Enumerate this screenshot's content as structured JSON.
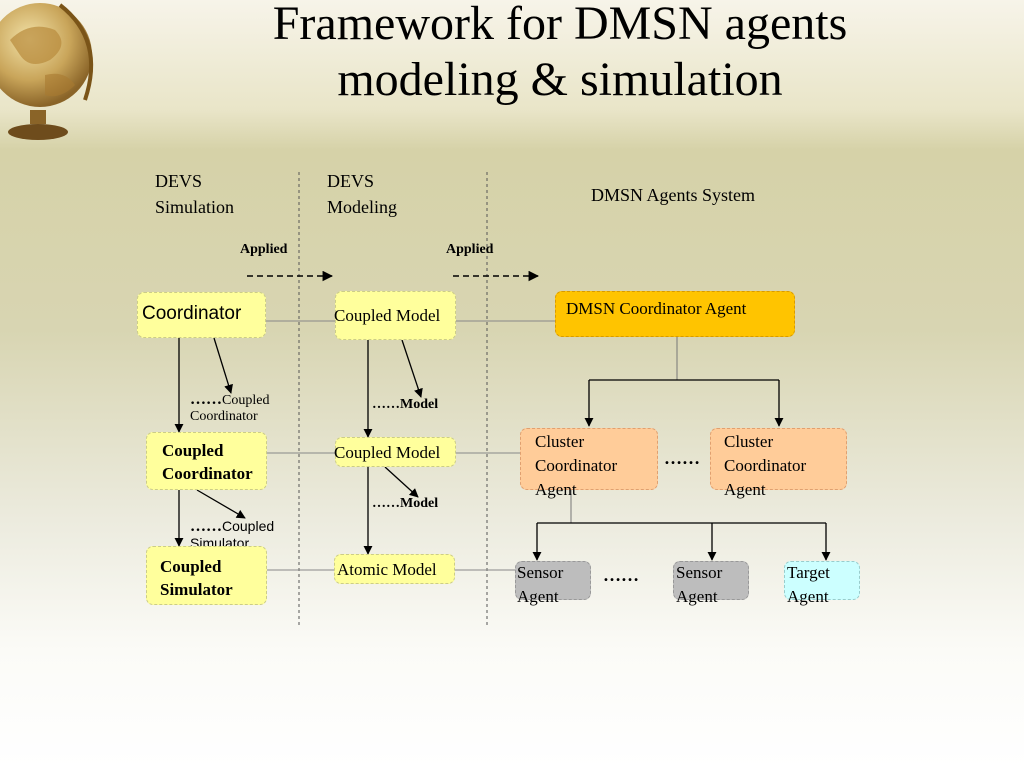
{
  "title": {
    "line1": "Framework  for DMSN  agents",
    "line2": "modeling & simulation"
  },
  "columns": {
    "devs_simulation": [
      "DEVS",
      "Simulation"
    ],
    "devs_modeling": [
      "DEVS",
      "Modeling"
    ],
    "dmsn_agents_system": "DMSN Agents System"
  },
  "applied_left": "Applied",
  "applied_right": "Applied",
  "simulation": {
    "coordinator": "Coordinator",
    "dots1": "……",
    "coupled_coordinator_note": [
      "Coupled",
      "Coordinator"
    ],
    "coupled_coordinator": [
      "Coupled",
      "Coordinator"
    ],
    "dots2": "……",
    "coupled_simulator_note": [
      "Coupled",
      "Simulator"
    ],
    "coupled_simulator": [
      "Coupled",
      "Simulator"
    ]
  },
  "modeling": {
    "coupled_model_1": "Coupled Model",
    "model_note_1": "……Model",
    "coupled_model_2": "Coupled Model",
    "model_note_2": "……Model",
    "atomic_model": "Atomic Model"
  },
  "agents": {
    "coordinator_agent": "DMSN Coordinator Agent",
    "cluster_1": [
      "Cluster",
      "Coordinator",
      "Agent"
    ],
    "cluster_dots": "……",
    "cluster_2": [
      "Cluster",
      "Coordinator",
      "Agent"
    ],
    "sensor_1": [
      "Sensor",
      "Agent"
    ],
    "sensor_dots": "……",
    "sensor_2": [
      "Sensor",
      "Agent"
    ],
    "target": [
      "Target",
      "Agent"
    ]
  }
}
